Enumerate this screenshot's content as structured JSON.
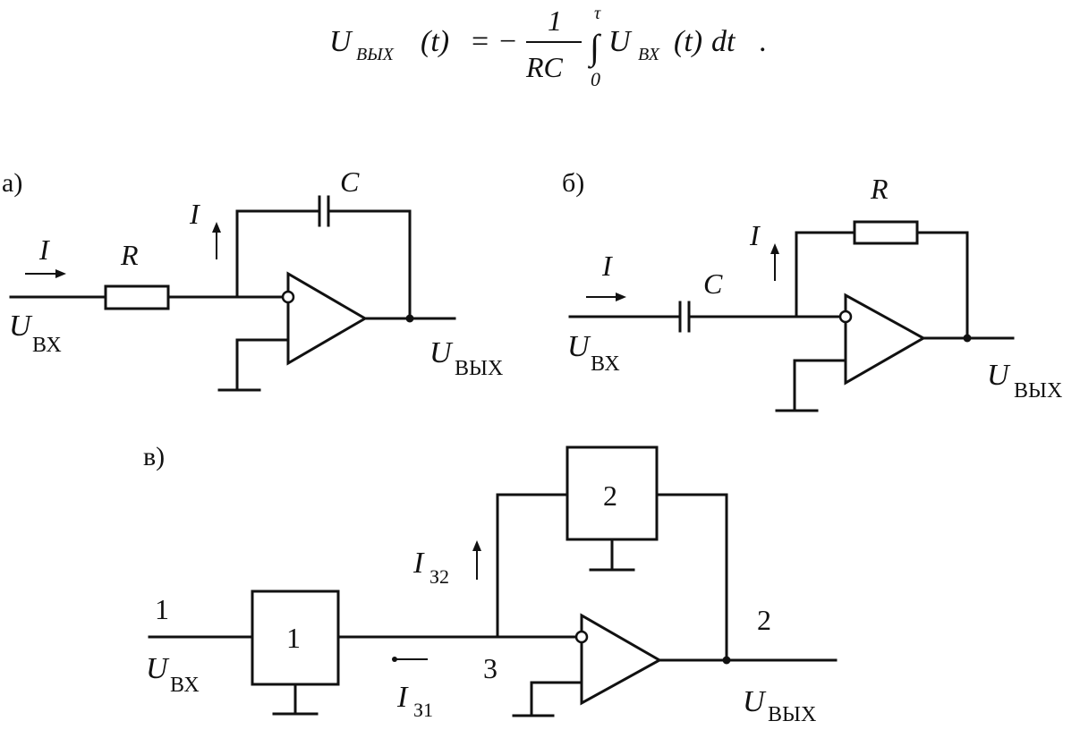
{
  "formula": {
    "lhs": "U",
    "lhs_sub": "ВЫХ",
    "lhs_arg": "(t)",
    "equals": "=",
    "minus": "−",
    "numerator": "1",
    "denominator": "RC",
    "integral": "∫",
    "upper_limit": "τ",
    "lower_limit": "0",
    "integrand": "U",
    "integrand_sub": "ВХ",
    "integrand_arg": "(t)",
    "differential": "dt",
    "period": "."
  },
  "circuit_a": {
    "label": "а)",
    "current_in": "I",
    "current_fb": "I",
    "resistor": "R",
    "capacitor": "C",
    "input": "U",
    "input_sub": "ВХ",
    "output": "U",
    "output_sub": "ВЫХ"
  },
  "circuit_b": {
    "label": "б)",
    "current_in": "I",
    "current_fb": "I",
    "resistor": "R",
    "capacitor": "C",
    "input": "U",
    "input_sub": "ВХ",
    "output": "U",
    "output_sub": "ВЫХ"
  },
  "circuit_c": {
    "label": "в)",
    "block1": "1",
    "block2": "2",
    "node_in": "1",
    "node_out": "2",
    "node_mid": "3",
    "current_fb": "I",
    "current_fb_sub": "З2",
    "current_in": "I",
    "current_in_sub": "З1",
    "input": "U",
    "input_sub": "ВХ",
    "output": "U",
    "output_sub": "ВЫХ"
  }
}
